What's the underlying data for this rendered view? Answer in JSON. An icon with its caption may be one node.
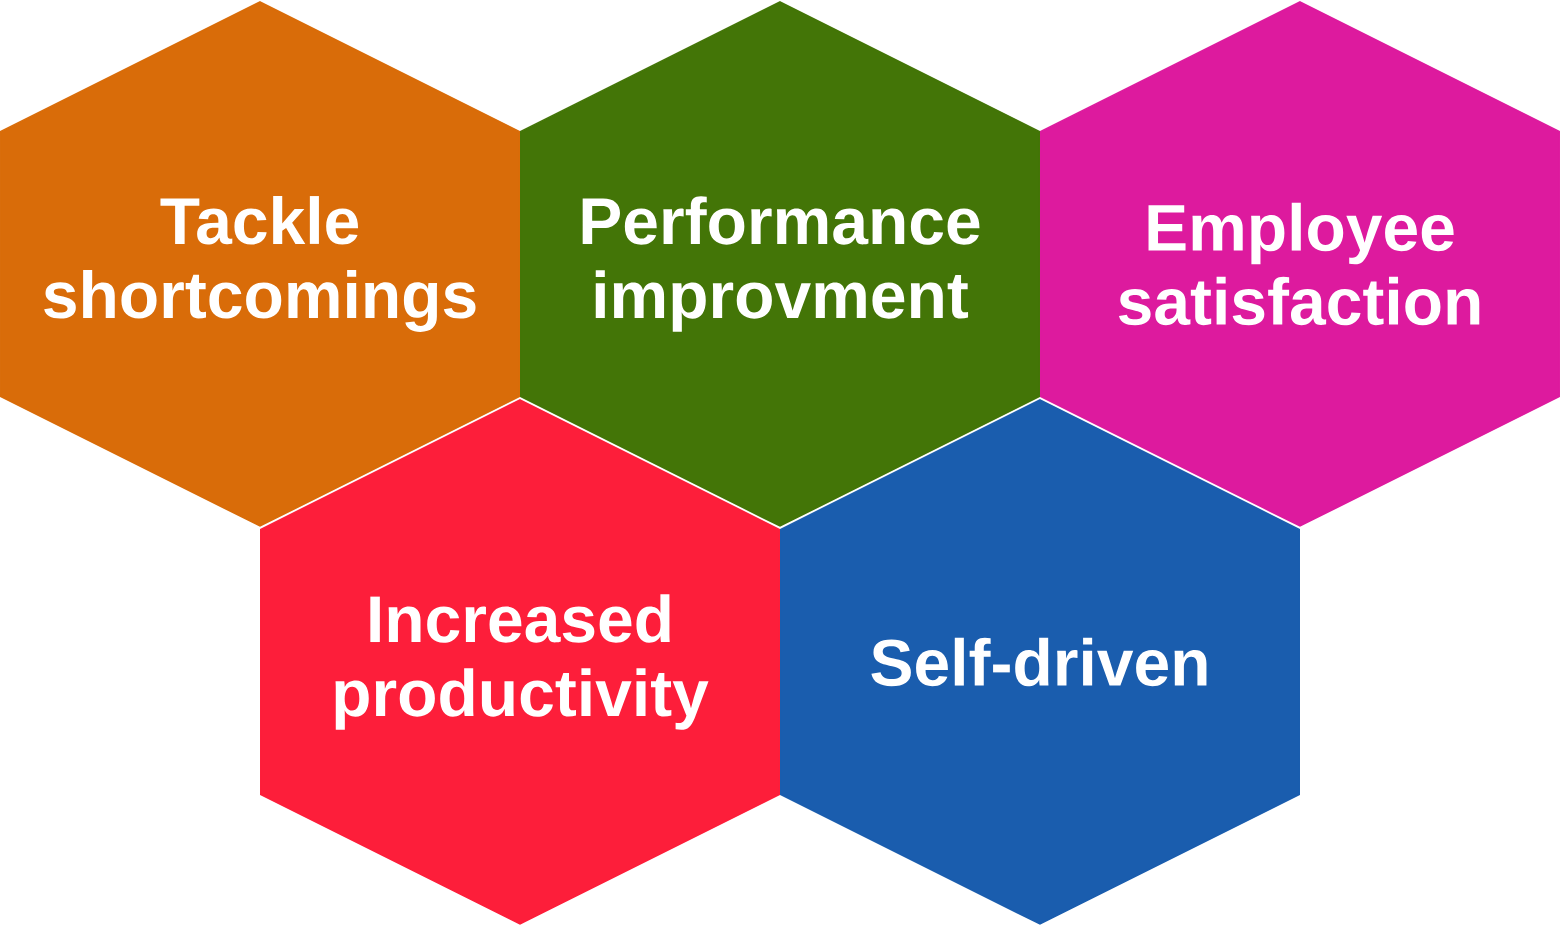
{
  "diagram": {
    "nodes": [
      {
        "text": [
          "Tackle shortcomings"
        ]
      },
      {
        "text": [
          "Performance improvment"
        ]
      },
      {
        "text": [
          "Employee satisfaction"
        ]
      },
      {
        "text": [
          "Increased productivity"
        ]
      },
      {
        "text": [
          "Self-driven"
        ]
      }
    ]
  }
}
